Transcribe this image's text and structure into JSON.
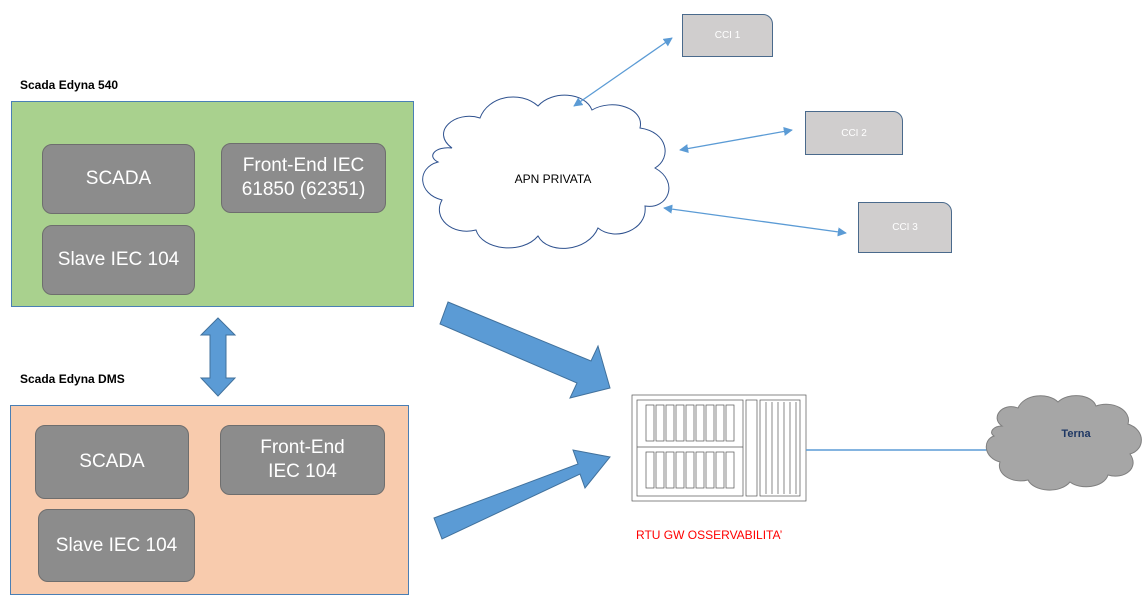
{
  "scada_540": {
    "title": "Scada Edyna 540",
    "color": "#a9d18e",
    "modules": {
      "scada": "SCADA",
      "front_end": "Front-End IEC 61850 (62351)",
      "slave": "Slave IEC 104"
    }
  },
  "scada_dms": {
    "title": "Scada Edyna DMS",
    "color": "#f8cbad",
    "modules": {
      "scada": "SCADA",
      "front_end": "Front-End IEC 104",
      "slave": "Slave IEC 104"
    }
  },
  "network": {
    "apn_label": "APN PRIVATA",
    "cci": [
      "CCI 1",
      "CCI 2",
      "CCI 3"
    ]
  },
  "rtu": {
    "label": "RTU GW OSSERVABILITA’",
    "label_color": "#ff0000"
  },
  "terna": {
    "label": "Terna",
    "label_color": "#1f3864",
    "cloud_color": "#a6a6a6"
  },
  "colors": {
    "arrow": "#5b9bd5",
    "connector": "#5b9bd5"
  }
}
